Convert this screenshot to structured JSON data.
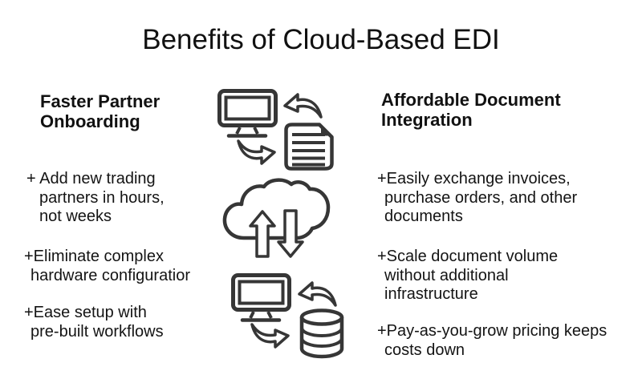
{
  "title": "Benefits of Cloud-Based EDI",
  "left_column": {
    "heading": "Faster Partner\nOnboarding",
    "bullets": [
      {
        "text": "+ Add new trading\npartners in hours,\nnot weeks"
      },
      {
        "text": "+Eliminate complex\nhardware configuratior"
      },
      {
        "text": "+Ease setup with\npre-built workflows"
      }
    ]
  },
  "right_column": {
    "heading": "Affordable Document\nIntegration",
    "bullets": [
      {
        "text": "+Easily exchange invoices,\npurchase orders, and other\ndocuments"
      },
      {
        "text": "+Scale document volume\nwithout additional\ninfrastructure"
      },
      {
        "text": "+Pay-as-you-grow pricing keeps\ncosts down"
      }
    ]
  },
  "icons": {
    "top_group": [
      "monitor-icon",
      "curved-arrow-left-icon",
      "document-icon",
      "curved-arrow-right-icon"
    ],
    "middle_group": [
      "cloud-icon",
      "arrow-up-icon",
      "arrow-down-icon"
    ],
    "bottom_group": [
      "monitor-icon",
      "curved-arrow-left-icon",
      "database-icon",
      "curved-arrow-right-icon"
    ]
  },
  "colors": {
    "background": "#ffffff",
    "text": "#141414",
    "icon_stroke": "#363636"
  }
}
